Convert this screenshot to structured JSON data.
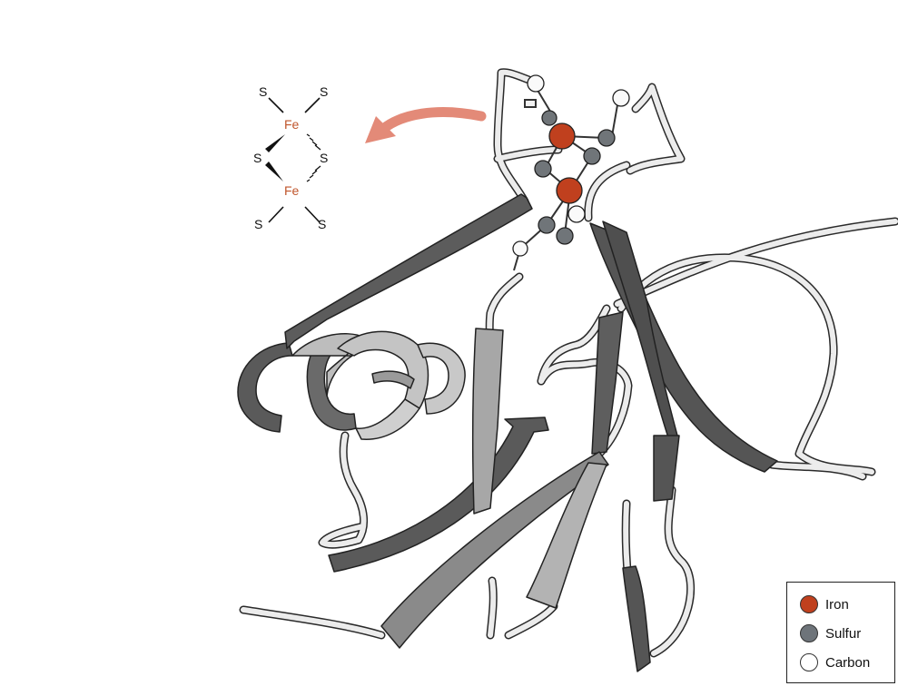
{
  "structure": {
    "atoms": {
      "iron": "Fe",
      "sulfur": "S"
    }
  },
  "legend": {
    "items": [
      {
        "label": "Iron",
        "color": "#c0401e"
      },
      {
        "label": "Sulfur",
        "color": "#6e747a"
      },
      {
        "label": "Carbon",
        "color": "#ffffff"
      }
    ]
  },
  "colors": {
    "dark_strand": "#5e5e5e",
    "light_strand": "#b4b4b4",
    "coil": "#e6e6e6",
    "arrow": "#e38a78",
    "iron_label": "#c0562c"
  }
}
